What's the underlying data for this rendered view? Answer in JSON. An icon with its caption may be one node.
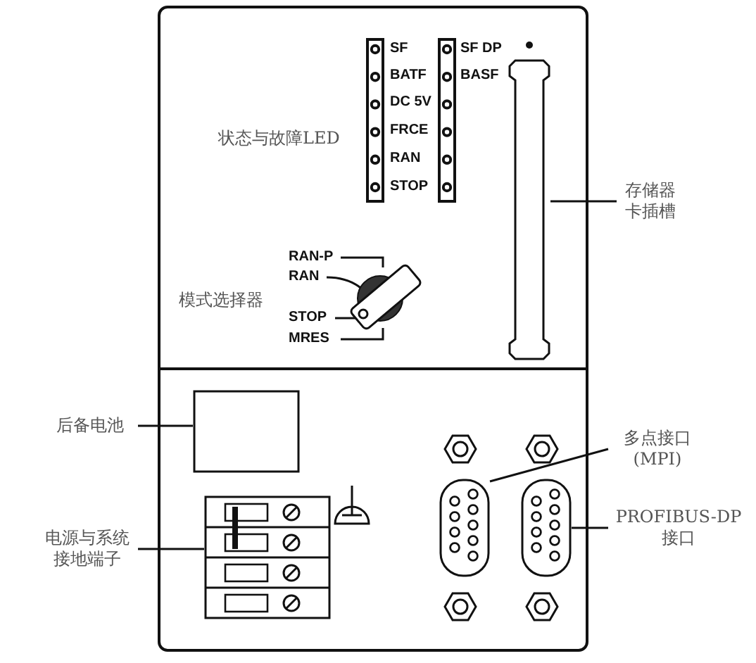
{
  "diagram": {
    "nodes": [
      {
        "text": [
          "存储器卡插槽"
        ]
      },
      {
        "text": [],
        "shape": "slot"
      },
      {
        "text": [
          "后备电池"
        ]
      },
      {
        "text": [],
        "shape": "box"
      },
      {
        "text": [
          "电源与系统接地端子"
        ]
      },
      {
        "text": [],
        "shape": "box"
      },
      {
        "text": [
          "多点接口(MPI)"
        ]
      },
      {
        "text": [],
        "shape": "connector"
      },
      {
        "text": [
          "PROFIBUS-DP 接口"
        ]
      },
      {
        "text": [],
        "shape": "connector"
      }
    ],
    "edges": [
      {
        "from": 0,
        "to": 1,
        "arrow": "none"
      },
      {
        "from": 2,
        "to": 3,
        "arrow": "none"
      },
      {
        "from": 4,
        "to": 5,
        "arrow": "none"
      },
      {
        "from": 6,
        "to": 7,
        "arrow": "none"
      },
      {
        "from": 8,
        "to": 9,
        "arrow": "none"
      }
    ],
    "labels": [
      "SF",
      "BATF",
      "DC 5V",
      "FRCE",
      "RAN",
      "STOP",
      "SF DP",
      "BASF",
      "状态与故障LED",
      "RAN-P",
      "RAN",
      "STOP",
      "MRES",
      "模式选择器"
    ]
  }
}
